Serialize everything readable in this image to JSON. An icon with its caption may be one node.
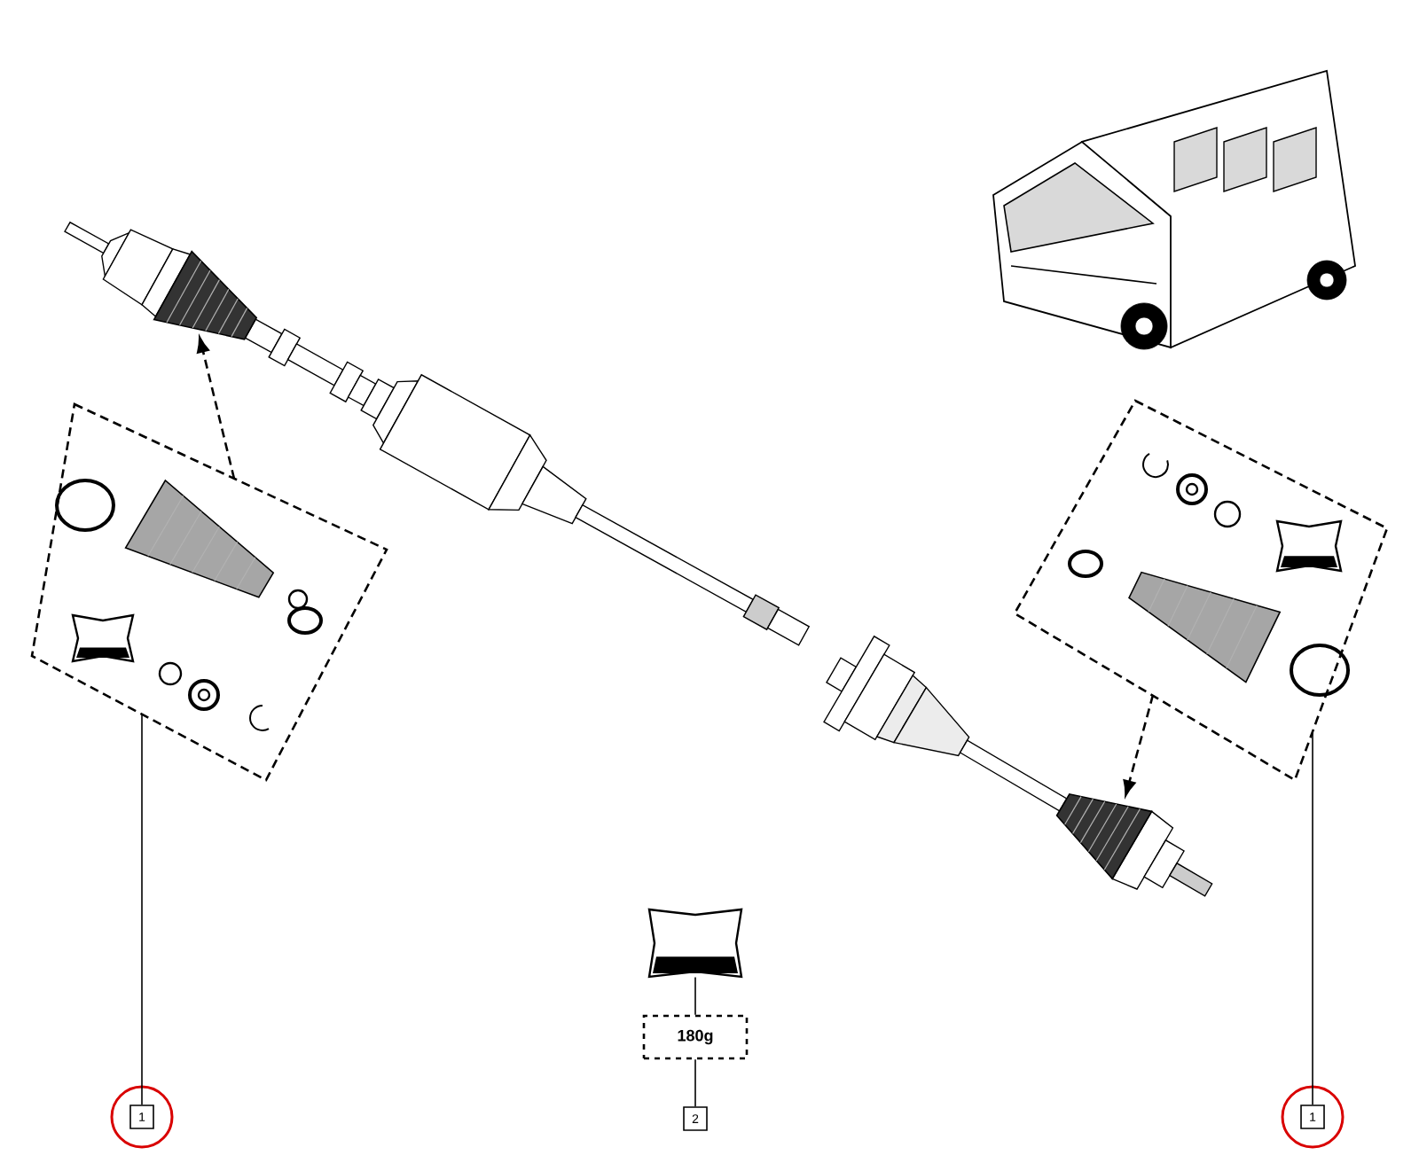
{
  "diagram": {
    "nodes": [
      {
        "text": [],
        "shape": "box"
      },
      {
        "text": [],
        "shape": "box"
      },
      {
        "text": [
          "1"
        ]
      },
      {
        "text": [
          "1"
        ]
      },
      {
        "text": [],
        "shape": "picture"
      },
      {
        "text": [
          "180g"
        ]
      },
      {
        "text": [
          "2"
        ]
      },
      {
        "text": [],
        "shape": "picture"
      },
      {
        "text": [],
        "shape": "picture"
      }
    ],
    "edges": [
      {
        "from": 0,
        "to": 7,
        "arrow": "to",
        "style": "dashed"
      },
      {
        "from": 1,
        "to": 8,
        "arrow": "to",
        "style": "dashed"
      },
      {
        "from": 2,
        "to": 0,
        "arrow": "none"
      },
      {
        "from": 3,
        "to": 1,
        "arrow": "none"
      },
      {
        "from": 5,
        "to": 4,
        "arrow": "none"
      },
      {
        "from": 6,
        "to": 5,
        "arrow": "none"
      }
    ]
  }
}
